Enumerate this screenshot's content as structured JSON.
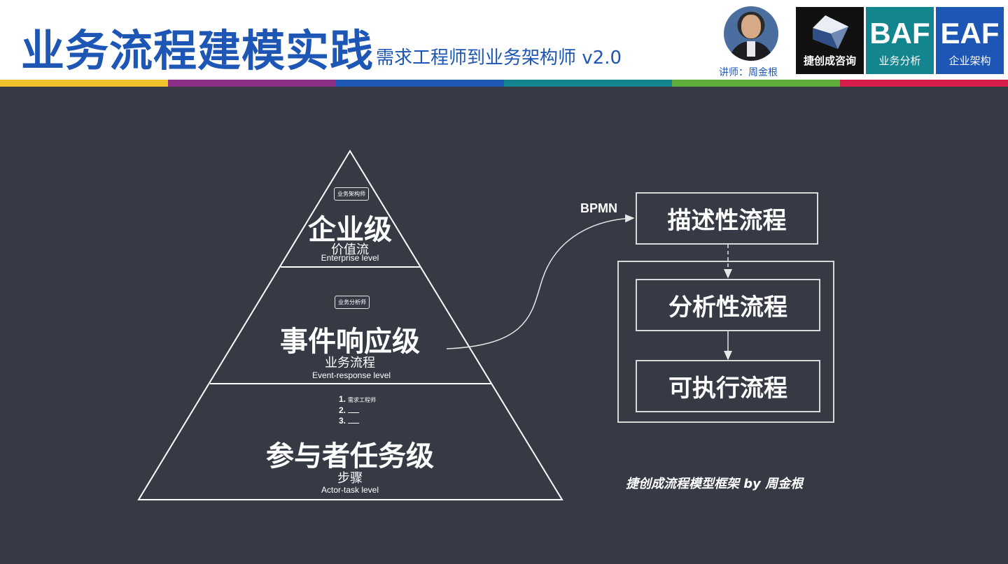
{
  "header": {
    "title": "业务流程建模实践",
    "subtitle": "需求工程师到业务架构师 v2.0",
    "lecturer": "讲师：周金根",
    "logos": [
      {
        "name": "捷创成咨询",
        "color": "#111111"
      },
      {
        "big": "BAF",
        "small": "业务分析",
        "color": "#12858f"
      },
      {
        "big": "EAF",
        "small": "企业架构",
        "color": "#1d56b5"
      }
    ]
  },
  "stripe_colors": [
    "#f2c12e",
    "#8b2f86",
    "#1d56b5",
    "#12858f",
    "#5fae3b",
    "#d61d4b"
  ],
  "pyramid": {
    "levels": [
      {
        "tag": "业务架构师",
        "title": "企业级",
        "sub": "价值流",
        "en": "Enterprise level"
      },
      {
        "tag": "业务分析师",
        "title": "事件响应级",
        "sub": "业务流程",
        "en": "Event-response level"
      },
      {
        "tag": "需求工程师",
        "title": "参与者任务级",
        "sub": "步骤",
        "en": "Actor-task level",
        "steps": [
          "1.",
          "2.",
          "3."
        ]
      }
    ]
  },
  "flow": {
    "annotation": "BPMN",
    "boxes": [
      "描述性流程",
      "分析性流程",
      "可执行流程"
    ]
  },
  "footer": "捷创成流程模型框架 by 周金根",
  "colors": {
    "background": "#353a45",
    "brand_blue": "#1d56b5",
    "line": "#ffffff"
  }
}
